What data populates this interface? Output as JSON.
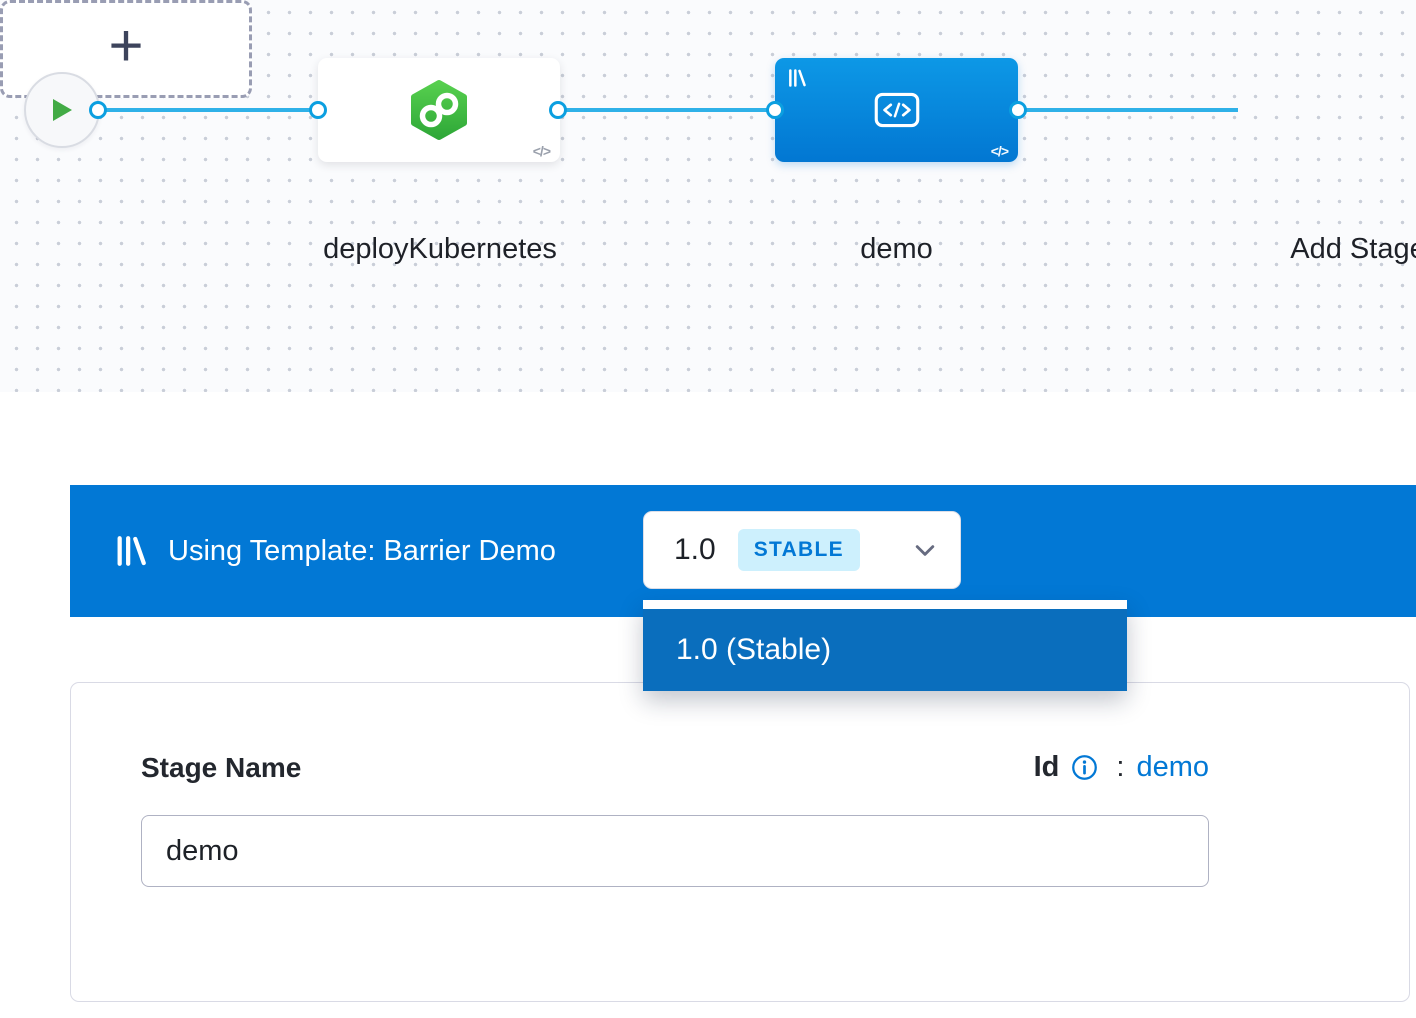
{
  "pipeline": {
    "stages": [
      {
        "name": "deployKubernetes",
        "type": "deploy-stage"
      },
      {
        "name": "demo",
        "type": "template-stage"
      },
      {
        "name": "Add Stage",
        "type": "add-stage"
      }
    ]
  },
  "banner": {
    "title": "Using Template: Barrier Demo",
    "version": "1.0",
    "badge": "STABLE"
  },
  "version_dropdown": {
    "items": [
      {
        "label": "1.0 (Stable)",
        "selected": true
      }
    ]
  },
  "form": {
    "stage_name_label": "Stage Name",
    "stage_name_value": "demo",
    "id_label": "Id",
    "id_separator": ":",
    "id_value": "demo"
  },
  "icons": {
    "code_badge": "</>",
    "plus": "+"
  },
  "colors": {
    "banner_blue": "#0278D5",
    "selected_item_blue": "#0A6EBD",
    "badge_bg": "#CDF0FD",
    "badge_text": "#0278D5",
    "link_blue": "#0278D5",
    "stage_green": "#42AB45",
    "connector_blue": "#2FB1E8"
  }
}
